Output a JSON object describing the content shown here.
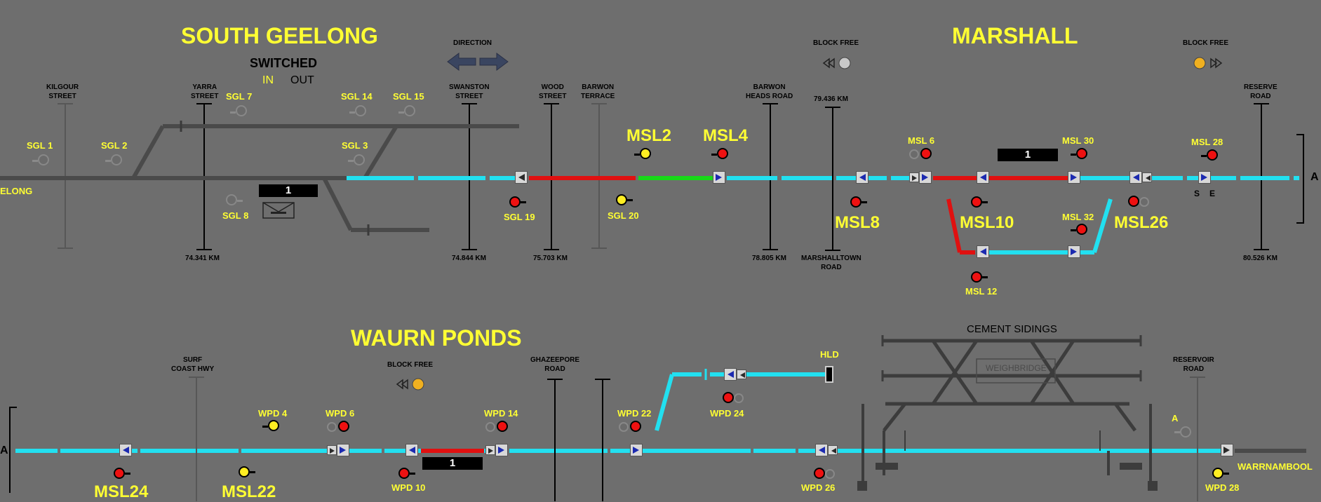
{
  "stations": {
    "south_geelong": "SOUTH GEELONG",
    "marshall": "MARSHALL",
    "waurn_ponds": "WAURN PONDS"
  },
  "switched": {
    "title": "SWITCHED",
    "in": "IN",
    "out": "OUT"
  },
  "direction_label": "DIRECTION",
  "block_free": "BLOCK FREE",
  "cement_sidings": "CEMENT SIDINGS",
  "weighbridge": "WEIGHBRIDGE",
  "hld": "HLD",
  "edge": {
    "geelong": "ELONG",
    "warrnambool": "WARRNAMBOOL",
    "a_right": "A",
    "a_left": "A",
    "a_siding": "A"
  },
  "se": {
    "s": "S",
    "e": "E"
  },
  "roads": {
    "kilgour": "KILGOUR\nSTREET",
    "yarra": "YARRA\nSTREET",
    "swanston": "SWANSTON\nSTREET",
    "wood": "WOOD\nSTREET",
    "barwon_terrace": "BARWON\nTERRACE",
    "barwon_heads": "BARWON\nHEADS ROAD",
    "km79": "79.436 KM",
    "reserve": "RESERVE\nROAD",
    "surf_coast": "SURF\nCOAST HWY",
    "ghazeepore": "GHAZEEPORE\nROAD",
    "reservoir": "RESERVOIR\nROAD",
    "marshalltown": "MARSHALLTOWN\nROAD"
  },
  "km": {
    "k74341": "74.341 KM",
    "k74844": "74.844 KM",
    "k75703": "75.703 KM",
    "k78805": "78.805 KM",
    "k80526": "80.526 KM"
  },
  "blocks": {
    "b1": "1",
    "b2": "1",
    "b3": "1"
  },
  "signals": {
    "sgl1": "SGL 1",
    "sgl2": "SGL 2",
    "sgl3": "SGL 3",
    "sgl7": "SGL 7",
    "sgl8": "SGL 8",
    "sgl14": "SGL 14",
    "sgl15": "SGL 15",
    "sgl19": "SGL 19",
    "sgl20": "SGL 20",
    "msl2": "MSL2",
    "msl4": "MSL4",
    "msl6": "MSL 6",
    "msl8": "MSL8",
    "msl10": "MSL10",
    "msl12": "MSL 12",
    "msl22": "MSL22",
    "msl24": "MSL24",
    "msl26": "MSL26",
    "msl28": "MSL 28",
    "msl30": "MSL 30",
    "msl32": "MSL 32",
    "wpd4": "WPD 4",
    "wpd6": "WPD 6",
    "wpd10": "WPD 10",
    "wpd14": "WPD 14",
    "wpd22": "WPD 22",
    "wpd24": "WPD 24",
    "wpd26": "WPD 26",
    "wpd28": "WPD 28"
  },
  "colors": {
    "track_clear": "#22e0f0",
    "track_occupied": "#e01010",
    "track_set": "#18d818",
    "label": "#ffff33"
  }
}
